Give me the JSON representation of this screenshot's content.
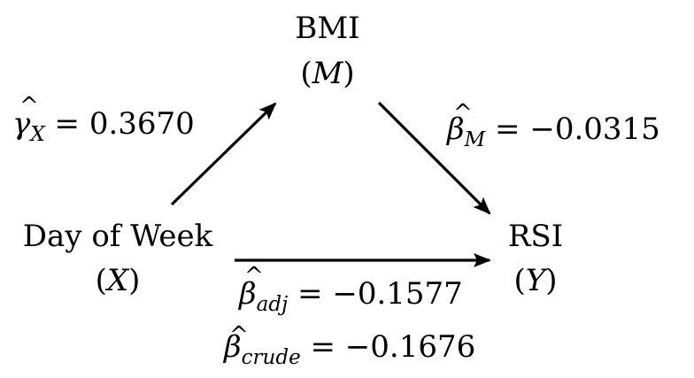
{
  "nodes": {
    "mediator": {
      "name": "BMI",
      "symbol": "M"
    },
    "exposure": {
      "name": "Day of Week",
      "symbol": "X"
    },
    "outcome": {
      "name": "RSI",
      "symbol": "Y"
    }
  },
  "edges": {
    "exposure_to_mediator": {
      "symbol": "γ",
      "subscript": "X",
      "value": "0.3670"
    },
    "mediator_to_outcome": {
      "symbol": "β",
      "subscript": "M",
      "value": "−0.0315"
    },
    "exposure_to_outcome_adjusted": {
      "symbol": "β",
      "subscript": "adj",
      "value": "−0.1577"
    },
    "exposure_to_outcome_crude": {
      "symbol": "β",
      "subscript": "crude",
      "value": "−0.1676"
    }
  }
}
